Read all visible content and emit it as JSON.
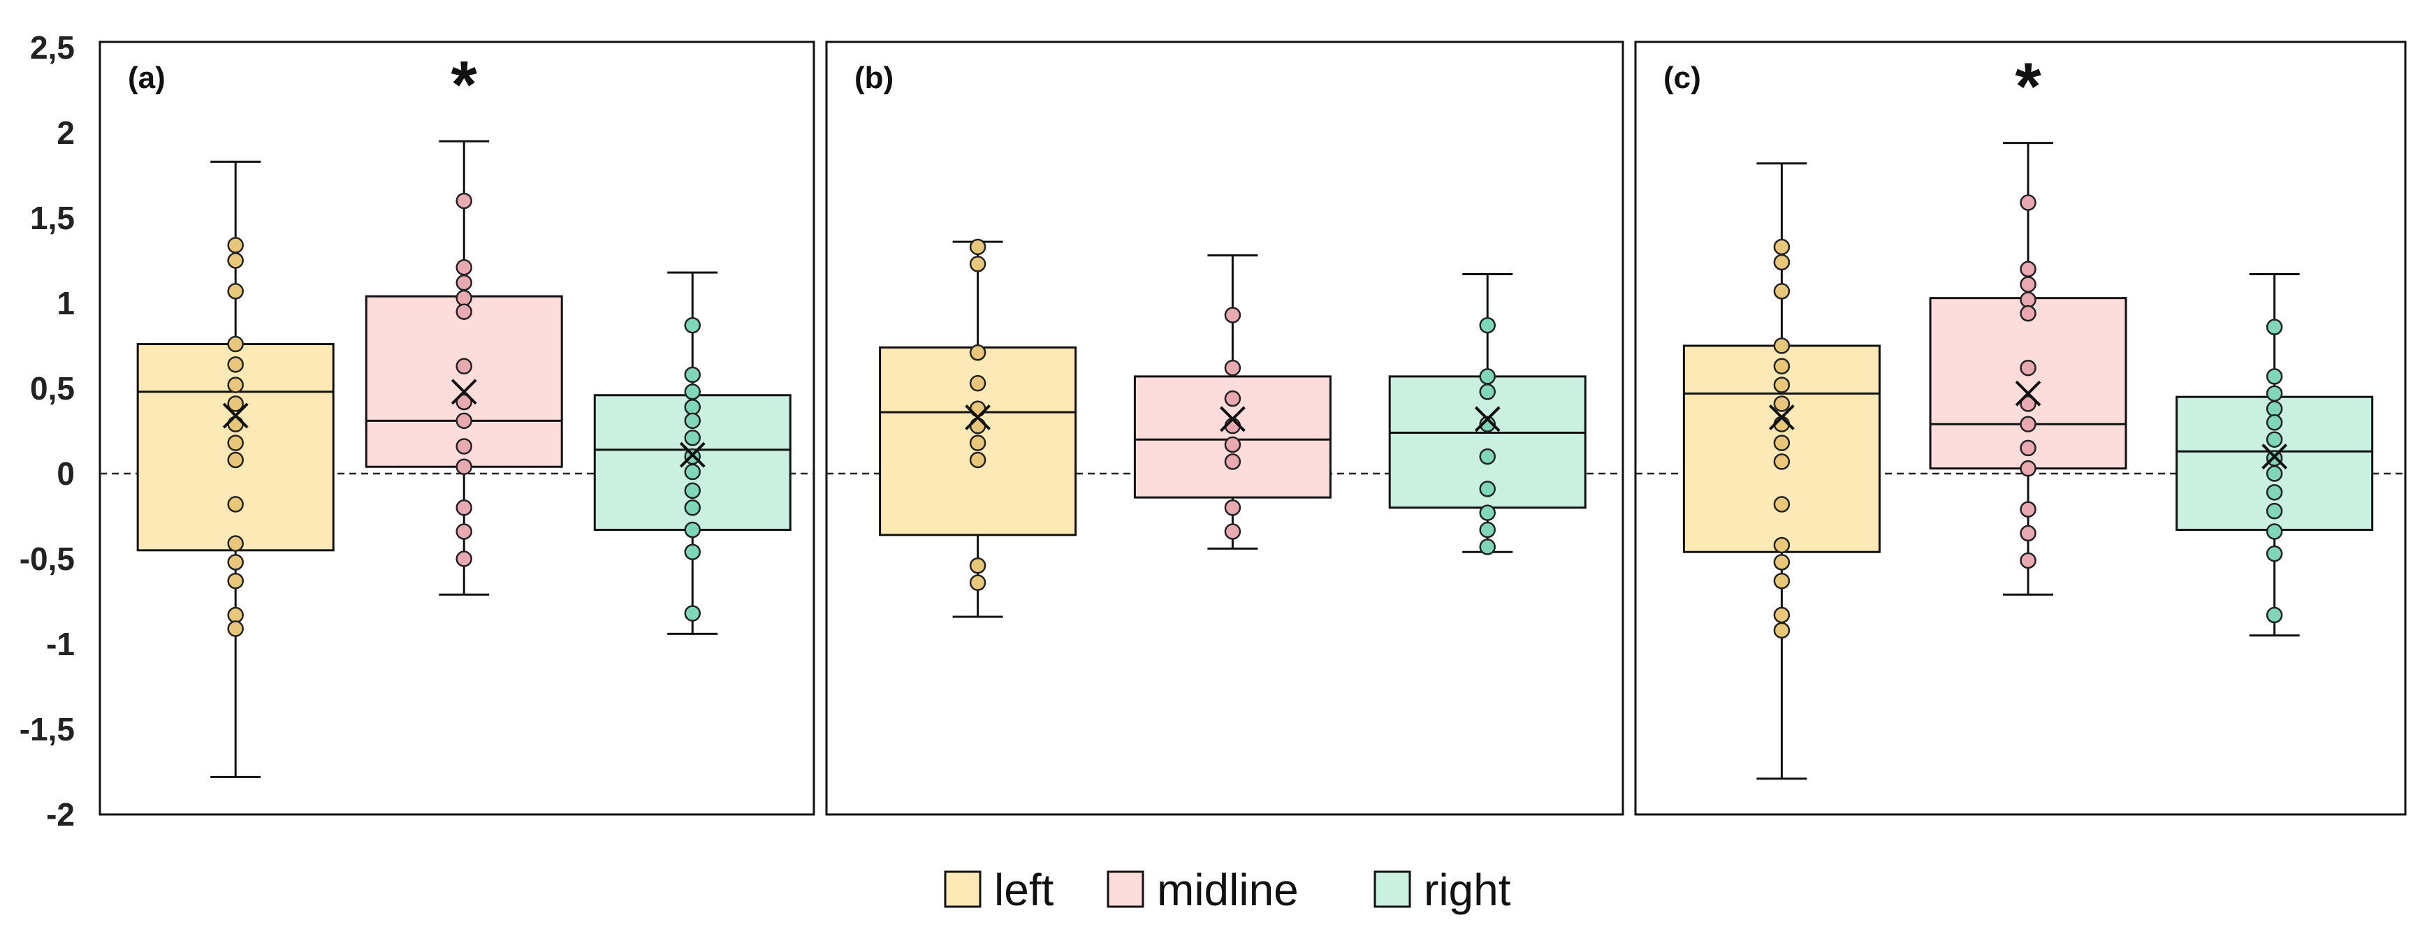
{
  "chart_data": {
    "type": "box",
    "ylim": [
      -2,
      2.5
    ],
    "yticks": [
      {
        "value": 2.5,
        "label": "2,5"
      },
      {
        "value": 2,
        "label": "2"
      },
      {
        "value": 1.5,
        "label": "1,5"
      },
      {
        "value": 1,
        "label": "1"
      },
      {
        "value": 0.5,
        "label": "0,5"
      },
      {
        "value": 0,
        "label": "0"
      },
      {
        "value": -0.5,
        "label": "-0,5"
      },
      {
        "value": -1,
        "label": "-1"
      },
      {
        "value": -1.5,
        "label": "-1,5"
      },
      {
        "value": -2,
        "label": "-2"
      }
    ],
    "reference_line": 0,
    "legend": [
      {
        "name": "left",
        "color": "#fde9b5"
      },
      {
        "name": "midline",
        "color": "#fddcdc"
      },
      {
        "name": "right",
        "color": "#c9f0e0"
      }
    ],
    "point_colors": {
      "left": "#e8c77a",
      "midline": "#e8aab0",
      "right": "#7fd6b8"
    },
    "panels": [
      {
        "label": "(a)",
        "boxes": [
          {
            "group": "left",
            "whisker_low": -1.78,
            "q1": -0.45,
            "median": 0.48,
            "q3": 0.76,
            "whisker_high": 1.83,
            "mean": 0.34,
            "points": [
              1.34,
              1.25,
              1.07,
              0.76,
              0.64,
              0.52,
              0.41,
              0.29,
              0.18,
              0.08,
              -0.18,
              -0.41,
              -0.52,
              -0.63,
              -0.83,
              -0.91
            ],
            "significant": false
          },
          {
            "group": "midline",
            "whisker_low": -0.71,
            "q1": 0.04,
            "median": 0.31,
            "q3": 1.04,
            "whisker_high": 1.95,
            "mean": 0.48,
            "points": [
              1.6,
              1.21,
              1.12,
              1.03,
              0.95,
              0.63,
              0.42,
              0.31,
              0.16,
              0.04,
              -0.2,
              -0.34,
              -0.5
            ],
            "significant": true
          },
          {
            "group": "right",
            "whisker_low": -0.94,
            "q1": -0.33,
            "median": 0.14,
            "q3": 0.46,
            "whisker_high": 1.18,
            "mean": 0.11,
            "points": [
              0.87,
              0.58,
              0.48,
              0.39,
              0.31,
              0.21,
              0.1,
              0.01,
              -0.1,
              -0.2,
              -0.33,
              -0.46,
              -0.82
            ],
            "significant": false
          }
        ]
      },
      {
        "label": "(b)",
        "boxes": [
          {
            "group": "left",
            "whisker_low": -0.84,
            "q1": -0.36,
            "median": 0.36,
            "q3": 0.74,
            "whisker_high": 1.36,
            "mean": 0.33,
            "points": [
              1.33,
              1.23,
              0.71,
              0.53,
              0.38,
              0.28,
              0.18,
              0.08,
              -0.54,
              -0.64
            ],
            "significant": false
          },
          {
            "group": "midline",
            "whisker_low": -0.44,
            "q1": -0.14,
            "median": 0.2,
            "q3": 0.57,
            "whisker_high": 1.28,
            "mean": 0.32,
            "points": [
              0.93,
              0.62,
              0.44,
              0.28,
              0.17,
              0.07,
              -0.2,
              -0.34
            ],
            "significant": false
          },
          {
            "group": "right",
            "whisker_low": -0.46,
            "q1": -0.2,
            "median": 0.24,
            "q3": 0.57,
            "whisker_high": 1.17,
            "mean": 0.32,
            "points": [
              0.87,
              0.57,
              0.48,
              0.29,
              0.1,
              -0.09,
              -0.23,
              -0.33,
              -0.43
            ],
            "significant": false
          }
        ]
      },
      {
        "label": "(c)",
        "boxes": [
          {
            "group": "left",
            "whisker_low": -1.79,
            "q1": -0.46,
            "median": 0.47,
            "q3": 0.75,
            "whisker_high": 1.82,
            "mean": 0.33,
            "points": [
              1.33,
              1.24,
              1.07,
              0.75,
              0.63,
              0.52,
              0.41,
              0.29,
              0.18,
              0.07,
              -0.18,
              -0.42,
              -0.52,
              -0.63,
              -0.83,
              -0.92
            ],
            "significant": false
          },
          {
            "group": "midline",
            "whisker_low": -0.71,
            "q1": 0.03,
            "median": 0.29,
            "q3": 1.03,
            "whisker_high": 1.94,
            "mean": 0.47,
            "points": [
              1.59,
              1.2,
              1.11,
              1.02,
              0.94,
              0.62,
              0.41,
              0.29,
              0.15,
              0.03,
              -0.21,
              -0.35,
              -0.51
            ],
            "significant": true
          },
          {
            "group": "right",
            "whisker_low": -0.95,
            "q1": -0.33,
            "median": 0.13,
            "q3": 0.45,
            "whisker_high": 1.17,
            "mean": 0.1,
            "points": [
              0.86,
              0.57,
              0.47,
              0.38,
              0.3,
              0.2,
              0.09,
              0.0,
              -0.11,
              -0.22,
              -0.34,
              -0.47,
              -0.83
            ],
            "significant": false
          }
        ]
      }
    ]
  },
  "annotations": {
    "significance_marker": "*"
  }
}
